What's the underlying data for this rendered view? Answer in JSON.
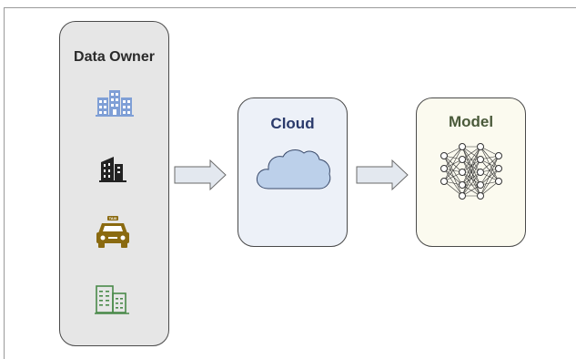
{
  "nodes": {
    "data_owner": {
      "title": "Data Owner",
      "icons": [
        "office-buildings-icon",
        "skyscraper-icon",
        "taxi-icon",
        "apartment-buildings-icon"
      ],
      "fill": "#e6e6e6"
    },
    "cloud": {
      "title": "Cloud",
      "title_color": "#2a3a6b",
      "fill": "#edf1f8",
      "icon": "cloud-icon",
      "icon_fill": "#bcd0ea"
    },
    "model": {
      "title": "Model",
      "title_color": "#4a5a3a",
      "fill": "#fbfaef",
      "icon": "neural-network-icon"
    }
  },
  "edges": [
    {
      "from": "Data Owner",
      "to": "Cloud"
    },
    {
      "from": "Cloud",
      "to": "Model"
    }
  ],
  "colors": {
    "office_icon": "#7f9fd6",
    "skyscraper_icon": "#222222",
    "taxi_icon": "#8a6a10",
    "apartment_icon": "#4a8a4a",
    "arrow_fill": "#e3e8ef",
    "arrow_stroke": "#6a6a6a"
  }
}
